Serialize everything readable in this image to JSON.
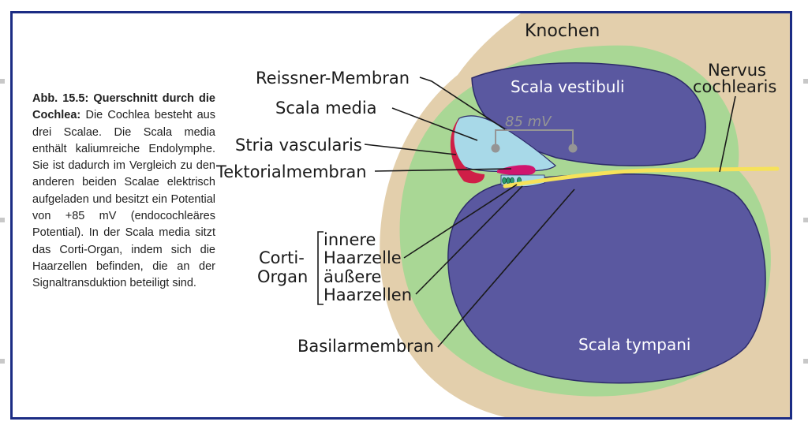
{
  "caption": {
    "title": "Abb. 15.5: Querschnitt durch die Cochlea:",
    "text": "Die Cochlea besteht aus drei Scalae. Die Scala media enthält kaliumreiche Endolymphe. Sie ist dadurch im Vergleich zu den anderen beiden Scalae elektrisch aufgeladen und besitzt ein Potential von +85 mV (endocochleäres Potential). In der Scala media sitzt das Corti-Organ, indem sich die Haarzellen befinden, die an der Signaltransduktion beteiligt sind."
  },
  "labels": {
    "knochen": "Knochen",
    "nervus_1": "Nervus",
    "nervus_2": "cochlearis",
    "scala_vestibuli": "Scala vestibuli",
    "scala_tympani": "Scala tympani",
    "potential": "85 mV",
    "reissner": "Reissner-Membran",
    "scala_media": "Scala media",
    "stria": "Stria vascularis",
    "tektorial": "Tektorialmembran",
    "corti_1": "Corti-",
    "corti_2": "Organ",
    "innere_1": "innere",
    "innere_2": "Haarzelle",
    "aeussere_1": "äußere",
    "aeussere_2": "Haarzellen",
    "basilar": "Basilarmembran"
  },
  "colors": {
    "frame": "#1b2c84",
    "bone": "#e3cfac",
    "tissue": "#a9d795",
    "scala": "#5a58a0",
    "endolymph": "#a8d9e8",
    "stria": "#cf1f47",
    "tectorial": "#d0156e",
    "nerve": "#f6e25a",
    "potential": "#959595"
  }
}
